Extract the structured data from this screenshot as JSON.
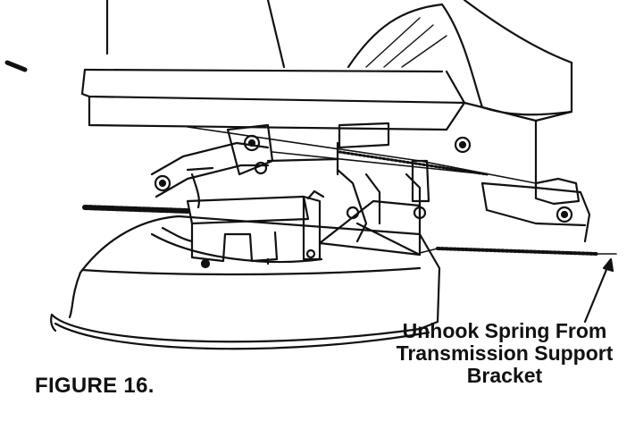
{
  "figure": {
    "caption": "FIGURE 16.",
    "callout_lines": [
      "Unhook Spring From",
      "Transmission Support",
      "Bracket"
    ]
  },
  "colors": {
    "ink": "#111111",
    "paper": "#ffffff"
  }
}
